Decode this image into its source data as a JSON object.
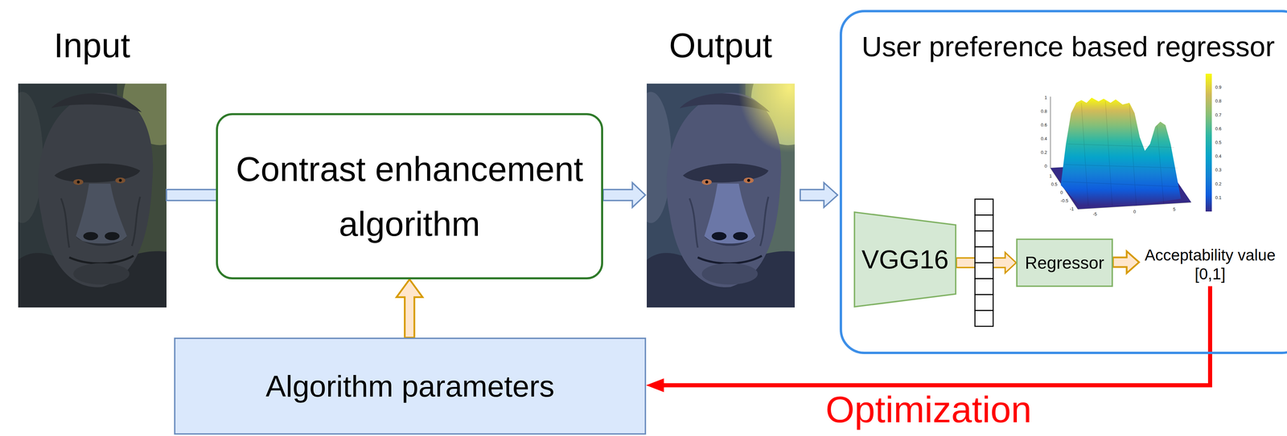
{
  "diagram": {
    "nodes": [
      {
        "text": [
          "Contrast enhancement algorithm"
        ]
      },
      {
        "text": [
          "User preference based regressor"
        ]
      },
      {
        "text": [
          "VGG16"
        ],
        "in": 1
      },
      {
        "text": [
          "Regressor"
        ],
        "in": 1
      },
      {
        "text": [
          "Algorithm parameters"
        ]
      }
    ],
    "edges": [
      {
        "from": 4,
        "to": 0,
        "arrow": "to"
      },
      {
        "from": 2,
        "to": 3,
        "arrow": "to"
      },
      {
        "from": 1,
        "to": 4,
        "arrow": "to",
        "label": "Optimization"
      }
    ],
    "labels": [
      "Input",
      "Output",
      "Acceptability value [0,1]",
      "1",
      "0.8",
      "0.6",
      "0.4",
      "0.2",
      "0",
      "1",
      "0.5",
      "0",
      "-0.5",
      "-1",
      "-5",
      "0",
      "5",
      "0.9",
      "0.8",
      "0.7",
      "0.6",
      "0.5",
      "0.4",
      "0.3",
      "0.2",
      "0.1"
    ]
  }
}
